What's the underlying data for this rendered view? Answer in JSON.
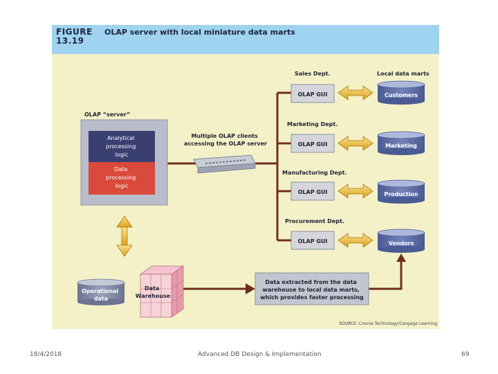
{
  "figure": {
    "label_line1": "FIGURE",
    "label_line2": "13.19",
    "title": "OLAP server with local miniature data marts",
    "source": "SOURCE: Course Technology/Cengage Learning"
  },
  "server": {
    "heading": "OLAP “server”",
    "analytical": [
      "Analytical",
      "processing",
      "logic"
    ],
    "data_processing": [
      "Data",
      "processing",
      "logic"
    ]
  },
  "clients_note": [
    "Multiple OLAP clients",
    "accessing the OLAP server"
  ],
  "column_headers": {
    "departments": "Sales Dept.",
    "marts": "Local data marts"
  },
  "departments": [
    {
      "name": "Sales Dept.",
      "gui": "OLAP GUI",
      "mart": "Customers"
    },
    {
      "name": "Marketing Dept.",
      "gui": "OLAP GUI",
      "mart": "Marketing"
    },
    {
      "name": "Manufacturing Dept.",
      "gui": "OLAP GUI",
      "mart": "Production"
    },
    {
      "name": "Procurement Dept.",
      "gui": "OLAP GUI",
      "mart": "Vendors"
    }
  ],
  "operational_data": [
    "Operational",
    "data"
  ],
  "data_warehouse": [
    "Data",
    "Warehouse"
  ],
  "extract_note": [
    "Data extracted from the data",
    "warehouse to local data marts,",
    "which provides faster processing"
  ],
  "colors": {
    "header": "#9fd3ef",
    "panel": "#f4f1c8",
    "analytical": "#3a3f72",
    "data_processing": "#d94a3a",
    "line": "#6e2e1e",
    "arrow_gold": "#f2c23a",
    "cylinder": "#5d6fa6"
  },
  "footer": {
    "date": "18/4/2018",
    "course": "Advanced DB Design & Implementation",
    "page": "69"
  }
}
